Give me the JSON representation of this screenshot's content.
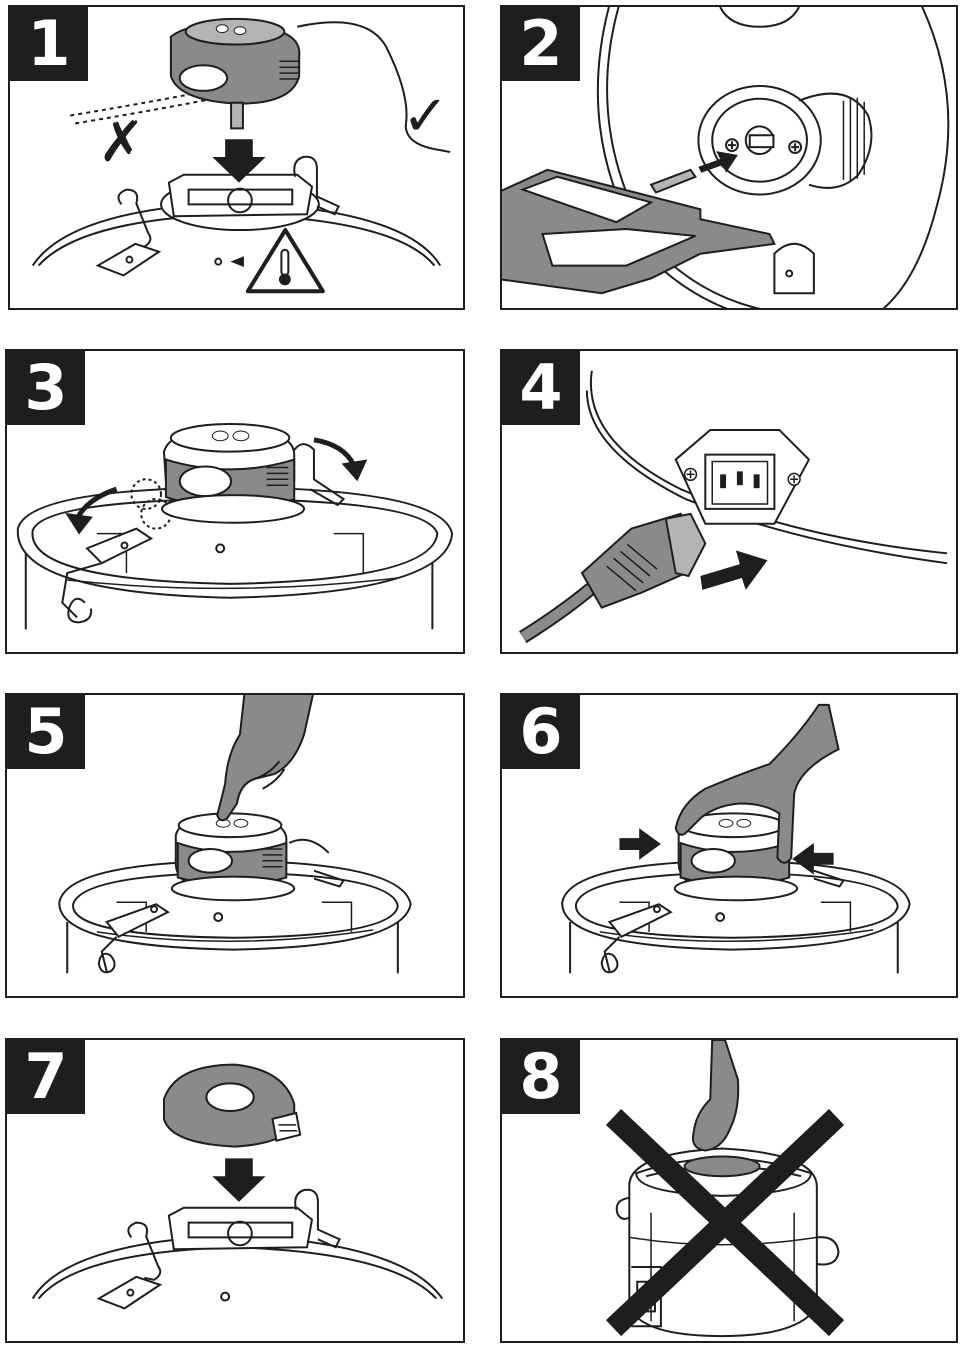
{
  "steps": [
    {
      "number": "1",
      "marks": {
        "wrong": "✗",
        "right": "✓"
      }
    },
    {
      "number": "2"
    },
    {
      "number": "3"
    },
    {
      "number": "4"
    },
    {
      "number": "5"
    },
    {
      "number": "6"
    },
    {
      "number": "7"
    },
    {
      "number": "8"
    }
  ],
  "colors": {
    "ink": "#1e1e1e",
    "shade": "#8a8a8a",
    "light_shade": "#b4b4b4",
    "paper": "#ffffff"
  },
  "icons": [
    "hot-surface-warning-icon",
    "down-arrow-icon",
    "right-arrow-icon",
    "rotate-arrow-icon",
    "cross-out-icon"
  ]
}
